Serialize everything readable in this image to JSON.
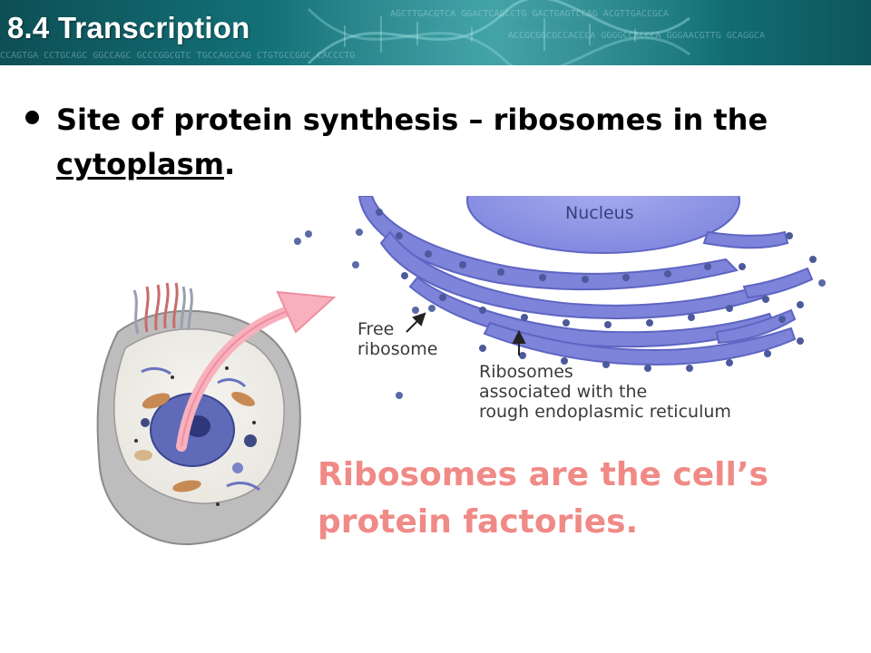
{
  "header": {
    "title": "8.4 Transcription",
    "dna_rows": [
      "AGCTTGACGTCA GGACTCAGCCTG GACTGAGTCCAG ACGTTGACCGCA",
      "ACCGCGGCGCCACCCA GGGGCCACCCA GGGAACGTTG GCAGGCA",
      "CCAGTGA CCTGCAGC GGCCAGC GCCCGGCGTC TGCCAGCCAG CTGTGCCGGC CACCCTG"
    ]
  },
  "bullet": {
    "text_before": "Site of protein synthesis – ribosomes in the ",
    "underlined": "cytoplasm",
    "text_after": "."
  },
  "figure": {
    "nucleus_label": "Nucleus",
    "free_ribosome_label": [
      "Free",
      "ribosome"
    ],
    "rer_label": [
      "Ribosomes",
      "associated with the",
      "rough endoplasmic reticulum"
    ],
    "caption_lines": [
      "Ribosomes are the cell’s",
      "protein factories."
    ],
    "colors": {
      "er": "#7b82d8",
      "ribosome": "#4a5a9c",
      "arrow": "#f6a0ae",
      "caption": "#f08a86",
      "cell_membrane": "#b7b7b7"
    }
  }
}
